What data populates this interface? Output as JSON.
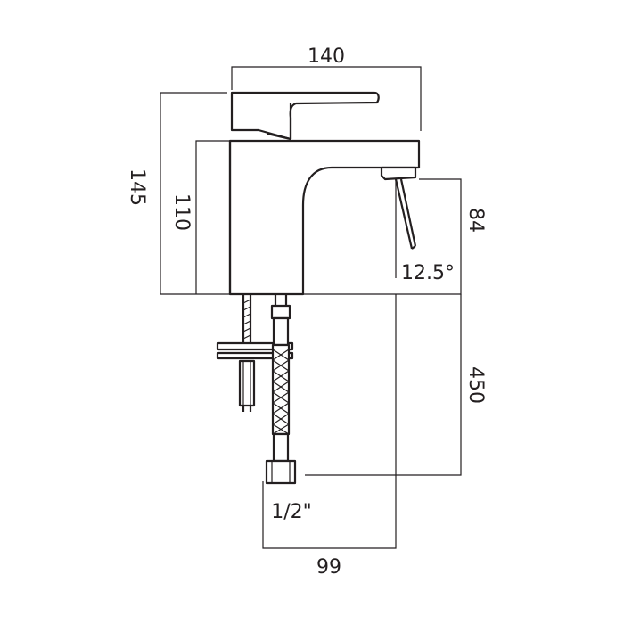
{
  "dimensions": {
    "total_width": "140",
    "total_height": "145",
    "body_height": "110",
    "spout_height": "84",
    "spout_angle": "12.5°",
    "hose_length": "450",
    "connector_size": "1/2\"",
    "base_offset": "99"
  }
}
